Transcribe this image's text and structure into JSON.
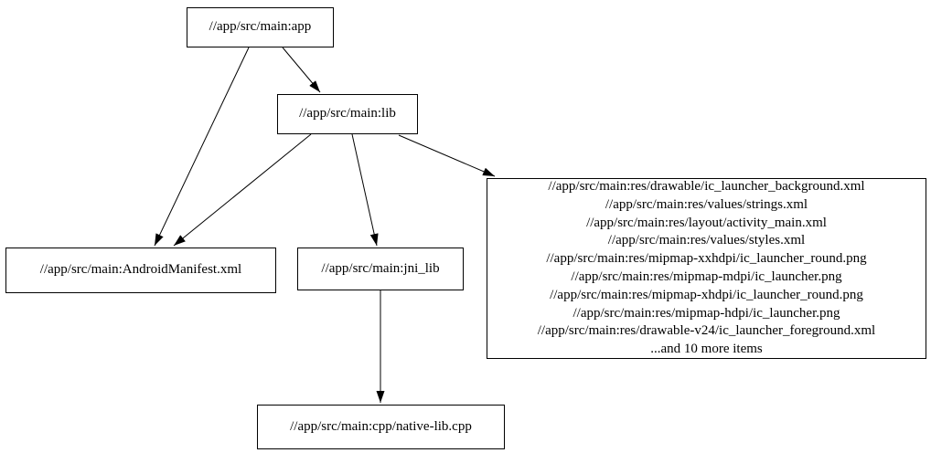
{
  "diagram": {
    "type": "dependency-graph",
    "colors": {
      "background": "#ffffff",
      "node_border": "#000000",
      "edge": "#000000",
      "text": "#000000"
    },
    "nodes": {
      "app": {
        "label": "//app/src/main:app"
      },
      "lib": {
        "label": "//app/src/main:lib"
      },
      "android_manifest": {
        "label": "//app/src/main:AndroidManifest.xml"
      },
      "jni_lib": {
        "label": "//app/src/main:jni_lib"
      },
      "native_lib": {
        "label": "//app/src/main:cpp/native-lib.cpp"
      },
      "resources": {
        "lines": [
          "//app/src/main:res/drawable/ic_launcher_background.xml",
          "//app/src/main:res/values/strings.xml",
          "//app/src/main:res/layout/activity_main.xml",
          "//app/src/main:res/values/styles.xml",
          "//app/src/main:res/mipmap-xxhdpi/ic_launcher_round.png",
          "//app/src/main:res/mipmap-mdpi/ic_launcher.png",
          "//app/src/main:res/mipmap-xhdpi/ic_launcher_round.png",
          "//app/src/main:res/mipmap-hdpi/ic_launcher.png",
          "//app/src/main:res/drawable-v24/ic_launcher_foreground.xml",
          "...and 10 more items"
        ]
      }
    },
    "edges": [
      {
        "from": "app",
        "to": "lib"
      },
      {
        "from": "app",
        "to": "android_manifest"
      },
      {
        "from": "lib",
        "to": "android_manifest"
      },
      {
        "from": "lib",
        "to": "jni_lib"
      },
      {
        "from": "lib",
        "to": "resources"
      },
      {
        "from": "jni_lib",
        "to": "native_lib"
      }
    ]
  }
}
